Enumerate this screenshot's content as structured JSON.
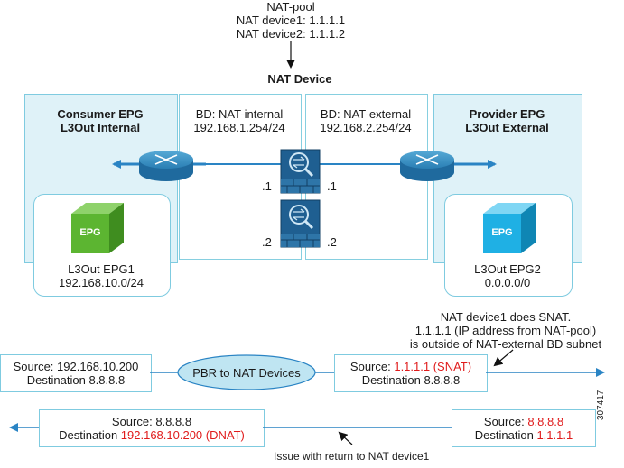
{
  "nat_pool": {
    "title": "NAT-pool",
    "line1": "NAT device1: 1.1.1.1",
    "line2": "NAT device2: 1.1.1.2"
  },
  "nat_device_label": "NAT Device",
  "consumer": {
    "title1": "Consumer EPG",
    "title2": "L3Out Internal",
    "epg_badge": "EPG",
    "epg_name": "L3Out EPG1",
    "epg_subnet": "192.168.10.0/24"
  },
  "provider": {
    "title1": "Provider EPG",
    "title2": "L3Out External",
    "epg_badge": "EPG",
    "epg_name": "L3Out EPG2",
    "epg_subnet": "0.0.0.0/0"
  },
  "bd_internal": {
    "name": "BD: NAT-internal",
    "subnet": "192.168.1.254/24",
    "dot1": ".1",
    "dot2": ".2"
  },
  "bd_external": {
    "name": "BD: NAT-external",
    "subnet": "192.168.2.254/24",
    "dot1": ".1",
    "dot2": ".2"
  },
  "snat_note": {
    "line1": "NAT device1 does SNAT.",
    "line2": "1.1.1.1 (IP address from NAT-pool)",
    "line3": "is outside of NAT-external BD subnet"
  },
  "flow_out": {
    "box1_source": "Source: 192.168.10.200",
    "box1_dest": "Destination 8.8.8.8",
    "pbr_label": "PBR to NAT Devices",
    "box2_source_prefix": "Source: ",
    "box2_source_value": "1.1.1.1 (SNAT)",
    "box2_dest": "Destination 8.8.8.8"
  },
  "flow_return": {
    "box1_source_prefix": "Source: ",
    "box1_source_value": "8.8.8.8",
    "box1_dest_prefix": "Destination ",
    "box1_dest_value": "1.1.1.1",
    "box2_source": "Source: 8.8.8.8",
    "box2_dest_prefix": "Destination ",
    "box2_dest_value": "192.168.10.200 (DNAT)",
    "issue_note": "Issue with return to NAT device1"
  },
  "figure_id": "307417",
  "colors": {
    "panel_fill": "#dff2f8",
    "panel_border": "#7fcbe0",
    "router_blue": "#2a84b8",
    "firewall_blue": "#1f5f91",
    "link_blue": "#2a84c4",
    "epg_green": "#5cb531",
    "epg_cyan": "#1fb0e4",
    "pbr_fill": "#bfe5f2",
    "highlight_red": "#e01b1b"
  },
  "icons": [
    "router-icon",
    "firewall-icon",
    "epg-cube-icon",
    "arrow-icon"
  ]
}
